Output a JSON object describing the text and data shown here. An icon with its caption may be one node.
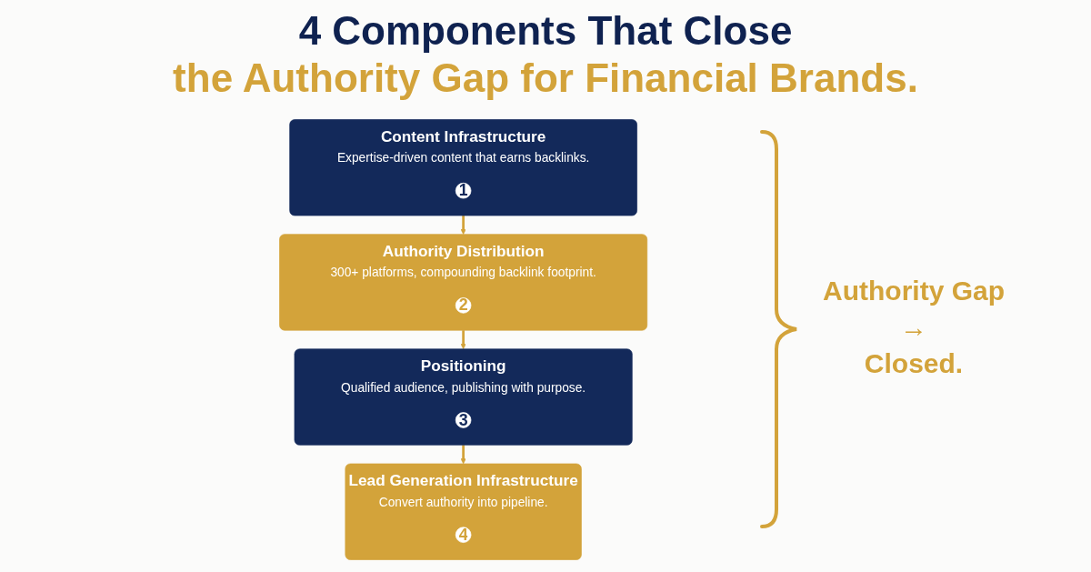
{
  "diagram": {
    "title": "4 Components That Close the Authority Gap for Financial Brands.",
    "nodes": [
      {
        "text": [
          "Content Infrastructure",
          "Expertise-driven content that earns backlinks."
        ]
      },
      {
        "text": [
          "1"
        ],
        "in": 0
      },
      {
        "text": [
          "Authority Distribution",
          "300+ platforms, compounding backlink footprint."
        ]
      },
      {
        "text": [
          "2"
        ],
        "in": 2
      },
      {
        "text": [
          "Positioning",
          "Qualified audience, publishing with purpose."
        ]
      },
      {
        "text": [
          "3"
        ],
        "in": 4
      },
      {
        "text": [
          "Lead Generation Infrastructure",
          "Convert authority into pipeline."
        ]
      },
      {
        "text": [
          "4"
        ],
        "in": 6
      }
    ],
    "edges": [
      {
        "from": 0,
        "to": 2,
        "arrow": "to"
      },
      {
        "from": 2,
        "to": 4,
        "arrow": "to"
      },
      {
        "from": 4,
        "to": 6,
        "arrow": "to"
      }
    ],
    "labels": [
      "Authority Gap",
      "→",
      "Closed."
    ]
  }
}
